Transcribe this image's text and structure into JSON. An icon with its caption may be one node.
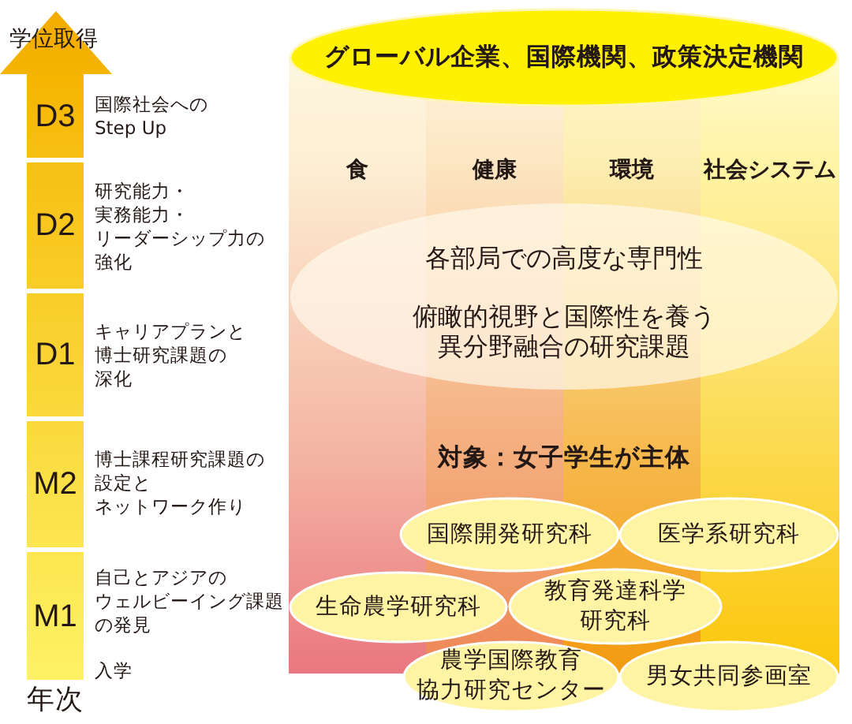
{
  "diagram": {
    "nodes": [
      {
        "text": [
          "D3"
        ],
        "beside": [
          "国際社会へのStep Up"
        ]
      },
      {
        "text": [
          "D2"
        ],
        "beside": [
          "研究能力・実務能力・リーダーシップ力の強化"
        ]
      },
      {
        "text": [
          "D1"
        ],
        "beside": [
          "キャリアプランと博士研究課題の深化"
        ]
      },
      {
        "text": [
          "M2"
        ],
        "beside": [
          "博士課程研究課題の設定とネットワーク作り"
        ]
      },
      {
        "text": [
          "M1"
        ],
        "beside": [
          "自己とアジアのウェルビーイング課題の発見"
        ]
      },
      {
        "text": [
          "グローバル企業、国際機関、政策決定機関",
          "食",
          "健康",
          "環境",
          "社会システム",
          "対象：女子学生が主体"
        ]
      },
      {
        "text": [
          "各部局での高度な専門性",
          "俯瞰的視野と国際性を養う異分野融合の研究課題"
        ],
        "in": 5
      },
      {
        "text": [
          "国際開発研究科"
        ],
        "in": 5
      },
      {
        "text": [
          "医学系研究科"
        ],
        "in": 5
      },
      {
        "text": [
          "生命農学研究科"
        ],
        "in": 5
      },
      {
        "text": [
          "教育発達科学研究科"
        ],
        "in": 5
      },
      {
        "text": [
          "農学国際教育協力研究センター"
        ]
      },
      {
        "text": [
          "男女共同参画室"
        ]
      }
    ],
    "labels": [
      "学位取得",
      "入学",
      "年次"
    ]
  }
}
